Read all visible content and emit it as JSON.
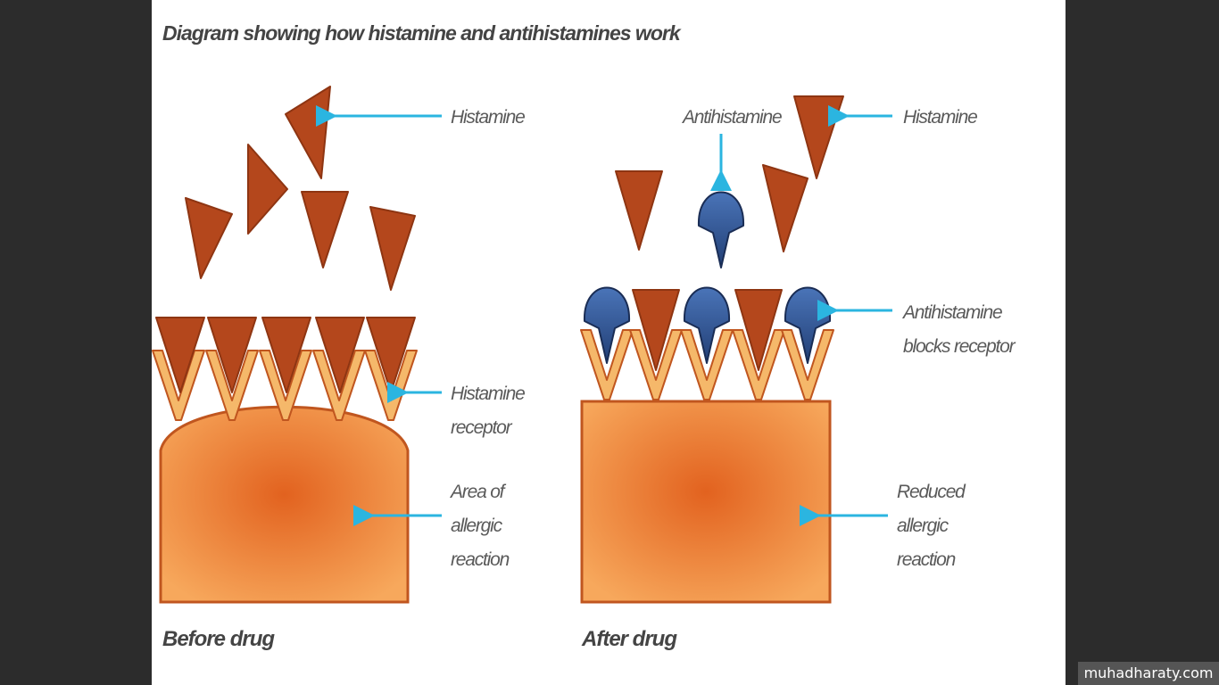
{
  "title": "Diagram showing how histamine and antihistamines work",
  "left_panel": {
    "caption": "Before drug",
    "labels": {
      "histamine": "Histamine",
      "receptor_line1": "Histamine",
      "receptor_line2": "receptor",
      "area_line1": "Area of",
      "area_line2": "allergic",
      "area_line3": "reaction"
    }
  },
  "right_panel": {
    "caption": "After drug",
    "labels": {
      "antihistamine": "Antihistamine",
      "histamine": "Histamine",
      "blocks_line1": "Antihistamine",
      "blocks_line2": "blocks receptor",
      "reduced_line1": "Reduced",
      "reduced_line2": "allergic",
      "reduced_line3": "reaction"
    }
  },
  "watermark": "muhadharaty.com",
  "colors": {
    "histamine": "#b4471c",
    "antihistamine": "#2f5592",
    "receptor": "#f5b86a",
    "cell": "#ec7a30",
    "arrow": "#2bb5e0",
    "background": "#2c2c2c"
  }
}
